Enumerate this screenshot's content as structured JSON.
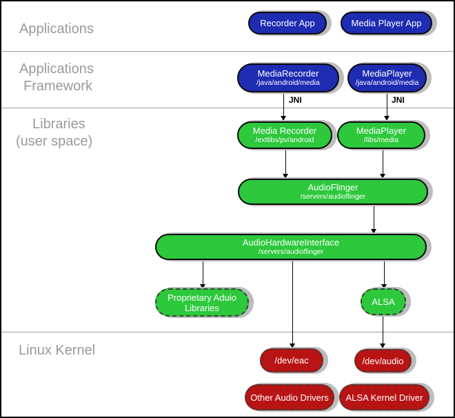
{
  "sections": {
    "applications": {
      "label": "Applications"
    },
    "applications_framework": {
      "line1": "Applications",
      "line2": "Framework"
    },
    "libraries": {
      "line1": "Libraries",
      "line2": "(user space)"
    },
    "linux_kernel": {
      "label": "Linux Kernel"
    }
  },
  "edge_labels": {
    "jni_left": "JNI",
    "jni_right": "JNI"
  },
  "nodes": {
    "recorder_app": {
      "label": "Recorder App"
    },
    "media_player_app": {
      "label": "Media Player App"
    },
    "media_recorder_fw": {
      "label": "MediaRecorder",
      "path": "/java/android/media"
    },
    "media_player_fw": {
      "label": "MediaPlayer",
      "path": "/java/android/media"
    },
    "media_recorder_lib": {
      "label": "Media Recorder",
      "path": "/extlibs/pv/android"
    },
    "media_player_lib": {
      "label": "MediaPlayer",
      "path": "/libs/media"
    },
    "audioflinger": {
      "label": "AudioFlinger",
      "path": "/servers/audioflinger"
    },
    "audio_hardware_interface": {
      "label": "AudioHardwareInterface",
      "path": "/servers/audioflinger"
    },
    "proprietary_audio_libraries": {
      "line1": "Proprietary Aduio",
      "line2": "Libraries"
    },
    "alsa": {
      "label": "ALSA"
    },
    "dev_eac": {
      "label": "/dev/eac"
    },
    "dev_audio": {
      "label": "/dev/audio"
    },
    "other_audio_drivers": {
      "label": "Other Audio Drivers"
    },
    "alsa_kernel_driver": {
      "label": "ALSA Kernel Driver"
    }
  },
  "edges": [
    {
      "from": "media_recorder_fw",
      "to": "media_recorder_lib",
      "label": "JNI"
    },
    {
      "from": "media_player_fw",
      "to": "media_player_lib",
      "label": "JNI"
    },
    {
      "from": "media_recorder_lib",
      "to": "audioflinger",
      "label": ""
    },
    {
      "from": "media_player_lib",
      "to": "audioflinger",
      "label": ""
    },
    {
      "from": "audioflinger",
      "to": "audio_hardware_interface",
      "label": ""
    },
    {
      "from": "audio_hardware_interface",
      "to": "proprietary_audio_libraries",
      "label": ""
    },
    {
      "from": "audio_hardware_interface",
      "to": "dev_eac",
      "label": ""
    },
    {
      "from": "audio_hardware_interface",
      "to": "alsa",
      "label": ""
    },
    {
      "from": "alsa",
      "to": "dev_audio",
      "label": ""
    }
  ],
  "colors": {
    "app_blue": "#1e2cb2",
    "lib_green": "#2dc83c",
    "kernel_red": "#b81414",
    "shadow_gray": "#bdbdbd",
    "label_gray": "#999999",
    "divider_gray": "#9e9e9e"
  }
}
